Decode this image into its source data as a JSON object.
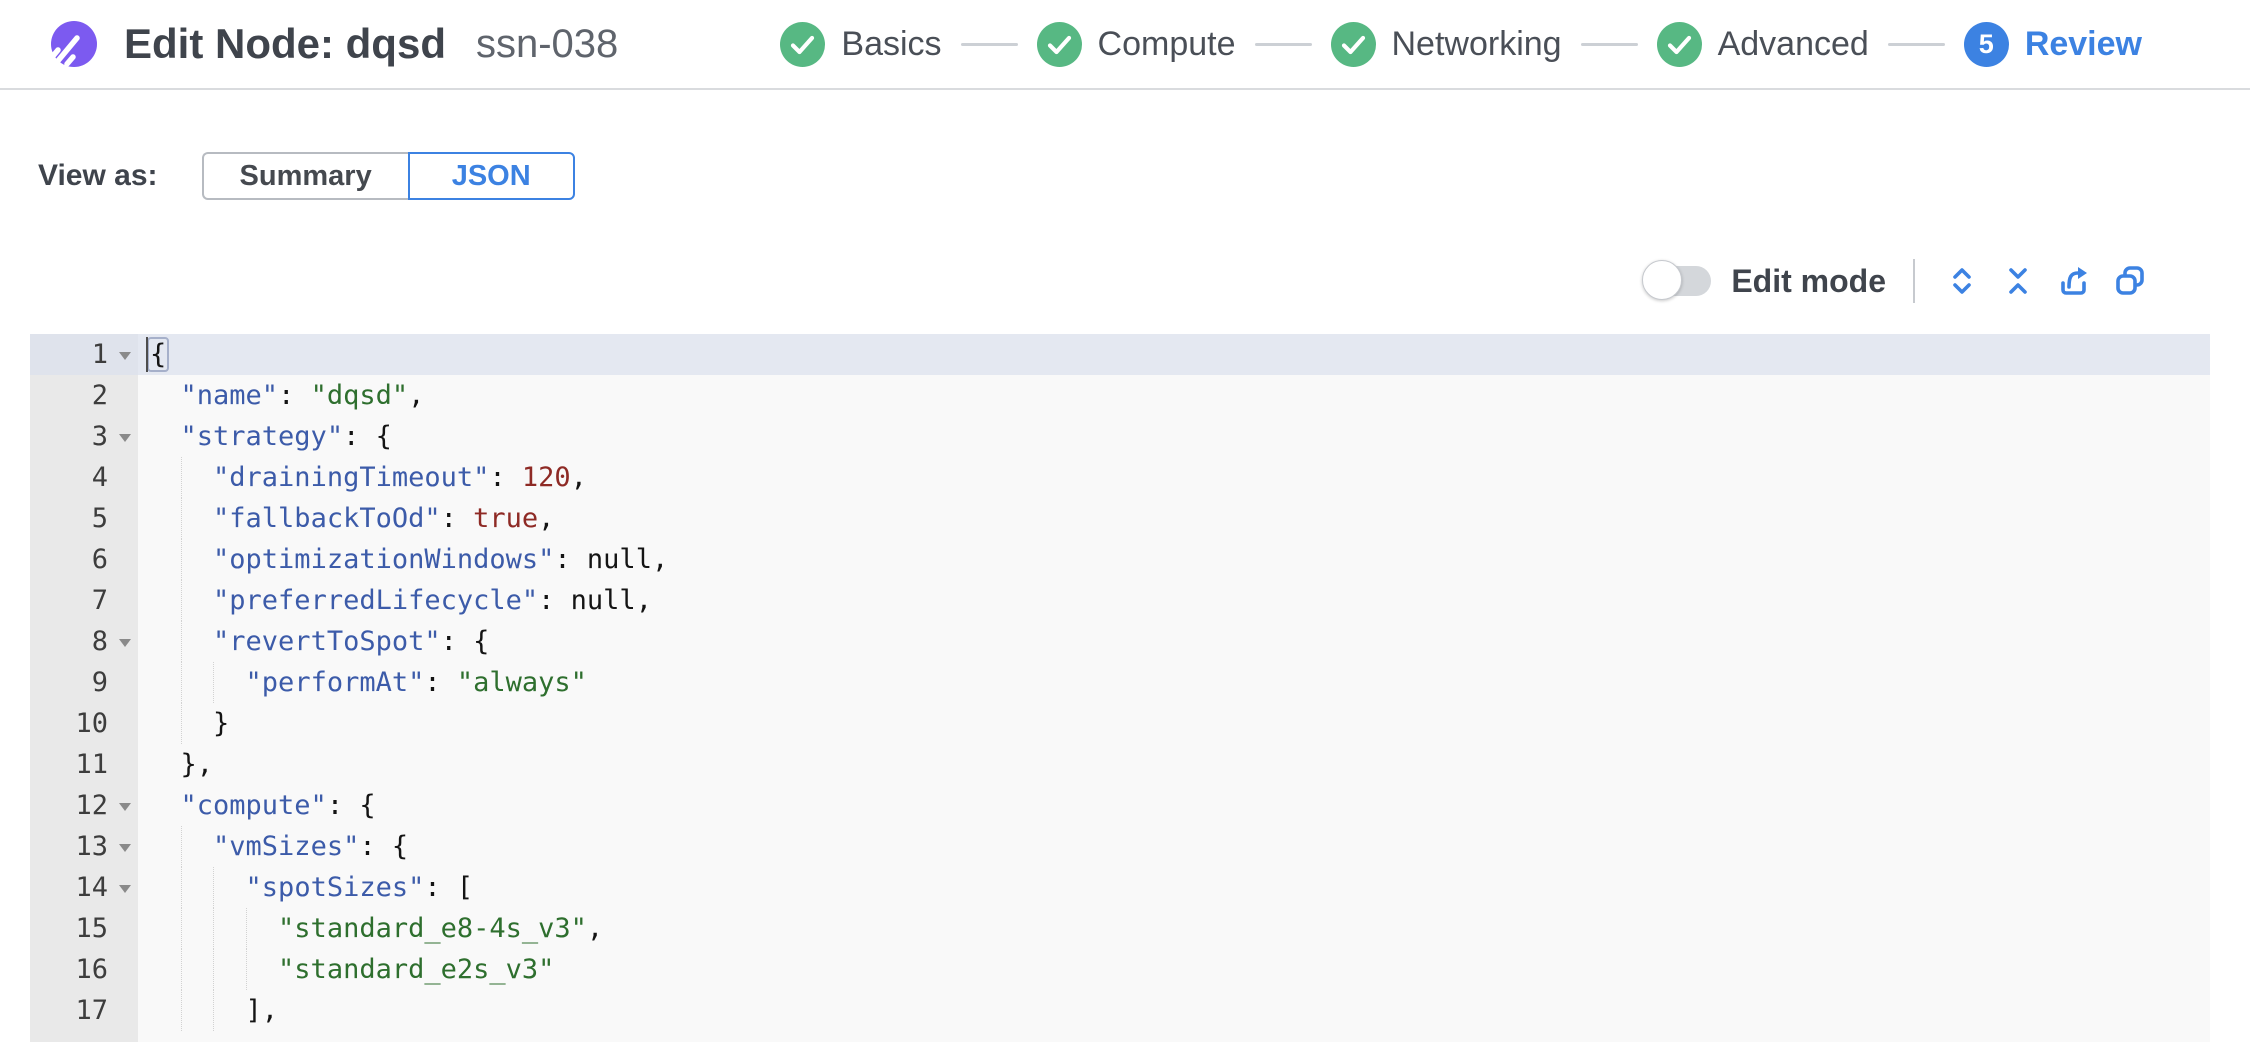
{
  "colors": {
    "accent_blue": "#3c82e2",
    "success_green": "#57b883",
    "brand_purple": "#7c5af0",
    "token_key": "#3c5ba9",
    "token_string": "#2e6f2e",
    "token_number": "#8e2a25"
  },
  "header": {
    "title": "Edit Node: dqsd",
    "subtitle": "ssn-038",
    "steps": [
      {
        "label": "Basics",
        "state": "done"
      },
      {
        "label": "Compute",
        "state": "done"
      },
      {
        "label": "Networking",
        "state": "done"
      },
      {
        "label": "Advanced",
        "state": "done"
      },
      {
        "label": "Review",
        "state": "active",
        "number": "5"
      }
    ]
  },
  "view_as": {
    "label": "View as:",
    "options": [
      {
        "label": "Summary",
        "active": false
      },
      {
        "label": "JSON",
        "active": true
      }
    ]
  },
  "toolbar": {
    "edit_mode_label": "Edit mode",
    "edit_mode_on": false,
    "actions": [
      "expand-all",
      "collapse-all",
      "export",
      "copy"
    ]
  },
  "editor": {
    "lines": [
      {
        "n": 1,
        "fold": true,
        "active": true,
        "tokens": [
          [
            "bm",
            "{"
          ]
        ]
      },
      {
        "n": 2,
        "tokens": [
          [
            "p",
            "  "
          ],
          [
            "k",
            "\"name\""
          ],
          [
            "p",
            ": "
          ],
          [
            "s",
            "\"dqsd\""
          ],
          [
            "p",
            ","
          ]
        ]
      },
      {
        "n": 3,
        "fold": true,
        "tokens": [
          [
            "p",
            "  "
          ],
          [
            "k",
            "\"strategy\""
          ],
          [
            "p",
            ": {"
          ]
        ]
      },
      {
        "n": 4,
        "tokens": [
          [
            "p",
            "    "
          ],
          [
            "k",
            "\"drainingTimeout\""
          ],
          [
            "p",
            ": "
          ],
          [
            "n",
            "120"
          ],
          [
            "p",
            ","
          ]
        ]
      },
      {
        "n": 5,
        "tokens": [
          [
            "p",
            "    "
          ],
          [
            "k",
            "\"fallbackToOd\""
          ],
          [
            "p",
            ": "
          ],
          [
            "n",
            "true"
          ],
          [
            "p",
            ","
          ]
        ]
      },
      {
        "n": 6,
        "tokens": [
          [
            "p",
            "    "
          ],
          [
            "k",
            "\"optimizationWindows\""
          ],
          [
            "p",
            ": "
          ],
          [
            "u",
            "null"
          ],
          [
            "p",
            ","
          ]
        ]
      },
      {
        "n": 7,
        "tokens": [
          [
            "p",
            "    "
          ],
          [
            "k",
            "\"preferredLifecycle\""
          ],
          [
            "p",
            ": "
          ],
          [
            "u",
            "null"
          ],
          [
            "p",
            ","
          ]
        ]
      },
      {
        "n": 8,
        "fold": true,
        "tokens": [
          [
            "p",
            "    "
          ],
          [
            "k",
            "\"revertToSpot\""
          ],
          [
            "p",
            ": {"
          ]
        ]
      },
      {
        "n": 9,
        "tokens": [
          [
            "p",
            "      "
          ],
          [
            "k",
            "\"performAt\""
          ],
          [
            "p",
            ": "
          ],
          [
            "s",
            "\"always\""
          ]
        ]
      },
      {
        "n": 10,
        "tokens": [
          [
            "p",
            "    }"
          ]
        ]
      },
      {
        "n": 11,
        "tokens": [
          [
            "p",
            "  },"
          ]
        ]
      },
      {
        "n": 12,
        "fold": true,
        "tokens": [
          [
            "p",
            "  "
          ],
          [
            "k",
            "\"compute\""
          ],
          [
            "p",
            ": {"
          ]
        ]
      },
      {
        "n": 13,
        "fold": true,
        "tokens": [
          [
            "p",
            "    "
          ],
          [
            "k",
            "\"vmSizes\""
          ],
          [
            "p",
            ": {"
          ]
        ]
      },
      {
        "n": 14,
        "fold": true,
        "tokens": [
          [
            "p",
            "      "
          ],
          [
            "k",
            "\"spotSizes\""
          ],
          [
            "p",
            ": ["
          ]
        ]
      },
      {
        "n": 15,
        "tokens": [
          [
            "p",
            "        "
          ],
          [
            "s",
            "\"standard_e8-4s_v3\""
          ],
          [
            "p",
            ","
          ]
        ]
      },
      {
        "n": 16,
        "tokens": [
          [
            "p",
            "        "
          ],
          [
            "s",
            "\"standard_e2s_v3\""
          ]
        ]
      },
      {
        "n": 17,
        "tokens": [
          [
            "p",
            "      ],"
          ]
        ]
      }
    ]
  }
}
